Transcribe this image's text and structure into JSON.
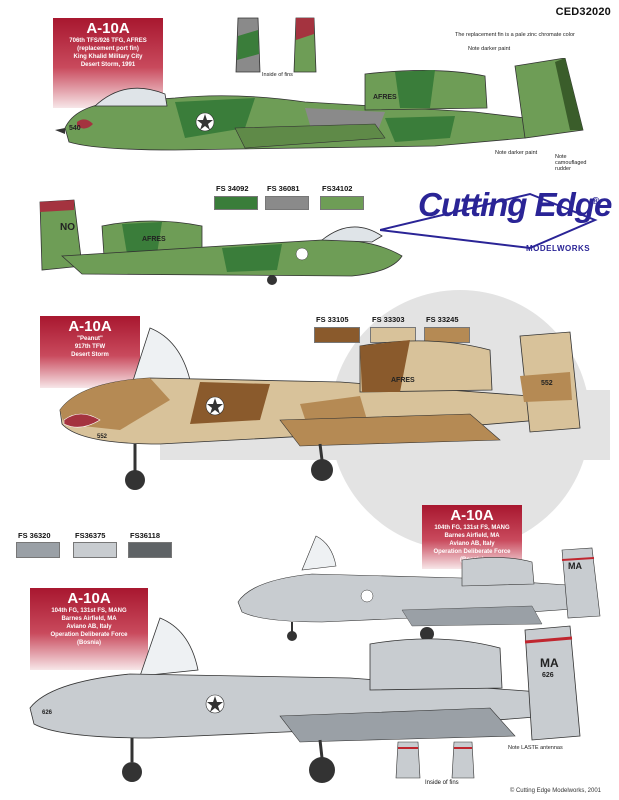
{
  "product_code": "CED32020",
  "logo": {
    "brand": "Cutting Edge",
    "sub": "MODELWORKS",
    "registered": "®"
  },
  "aircraft1": {
    "title": "A-10A",
    "lines": [
      "706th TFS/926 TFG, AFRES",
      "(replacement port fin)",
      "King Khalid Military City",
      "Desert Storm, 1991"
    ],
    "tail_code": "AFRES",
    "nose_number": "540",
    "notes": {
      "inside_fins": "Inside of fins",
      "replacement_fin": "The replacement fin is a pale zinc chromate color",
      "darker_paint_1": "Note darker paint",
      "darker_paint_2": "Note darker paint",
      "camouflaged_rudder": "Note camouflaged rudder"
    },
    "swatches": [
      {
        "label": "FS 34092",
        "color": "#3a7d3a"
      },
      {
        "label": "FS 36081",
        "color": "#8a8a8a"
      },
      {
        "label": "FS34102",
        "color": "#6e9d56"
      }
    ]
  },
  "aircraft2": {
    "tail_code": "NO",
    "side_code": "AFRES"
  },
  "aircraft3": {
    "title": "A-10A",
    "lines": [
      "\"Peanut\"",
      "917th TFW",
      "Desert Storm"
    ],
    "tail_code": "AFRES",
    "tail_number": "552",
    "nose_number": "552",
    "swatches": [
      {
        "label": "FS 33105",
        "color": "#8a5a2c"
      },
      {
        "label": "FS 33303",
        "color": "#d8c29a"
      },
      {
        "label": "FS 33245",
        "color": "#b58a54"
      }
    ]
  },
  "greys": [
    {
      "label": "FS 36320",
      "color": "#9aa0a6"
    },
    {
      "label": "FS36375",
      "color": "#c8ccd0"
    },
    {
      "label": "FS36118",
      "color": "#5f6366"
    }
  ],
  "aircraft4": {
    "title": "A-10A",
    "lines": [
      "104th FG, 131st FS, MANG",
      "Barnes Airfield, MA",
      "Aviano AB, Italy",
      "Operation Deliberate Force (Bosnia)"
    ],
    "tail_code": "MA"
  },
  "aircraft5": {
    "title": "A-10A",
    "lines": [
      "104th FG, 131st FS, MANG",
      "Barnes Airfield, MA",
      "Aviano AB, Italy",
      "Operation Deliberate Force",
      "(Bosnia)"
    ],
    "tail_code": "MA",
    "tail_number": "626",
    "nose_number": "626",
    "notes": {
      "laste": "Note LASTE antennas",
      "inside_fins": "Inside of fins"
    }
  },
  "copyright": "© Cutting Edge Modelworks, 2001"
}
